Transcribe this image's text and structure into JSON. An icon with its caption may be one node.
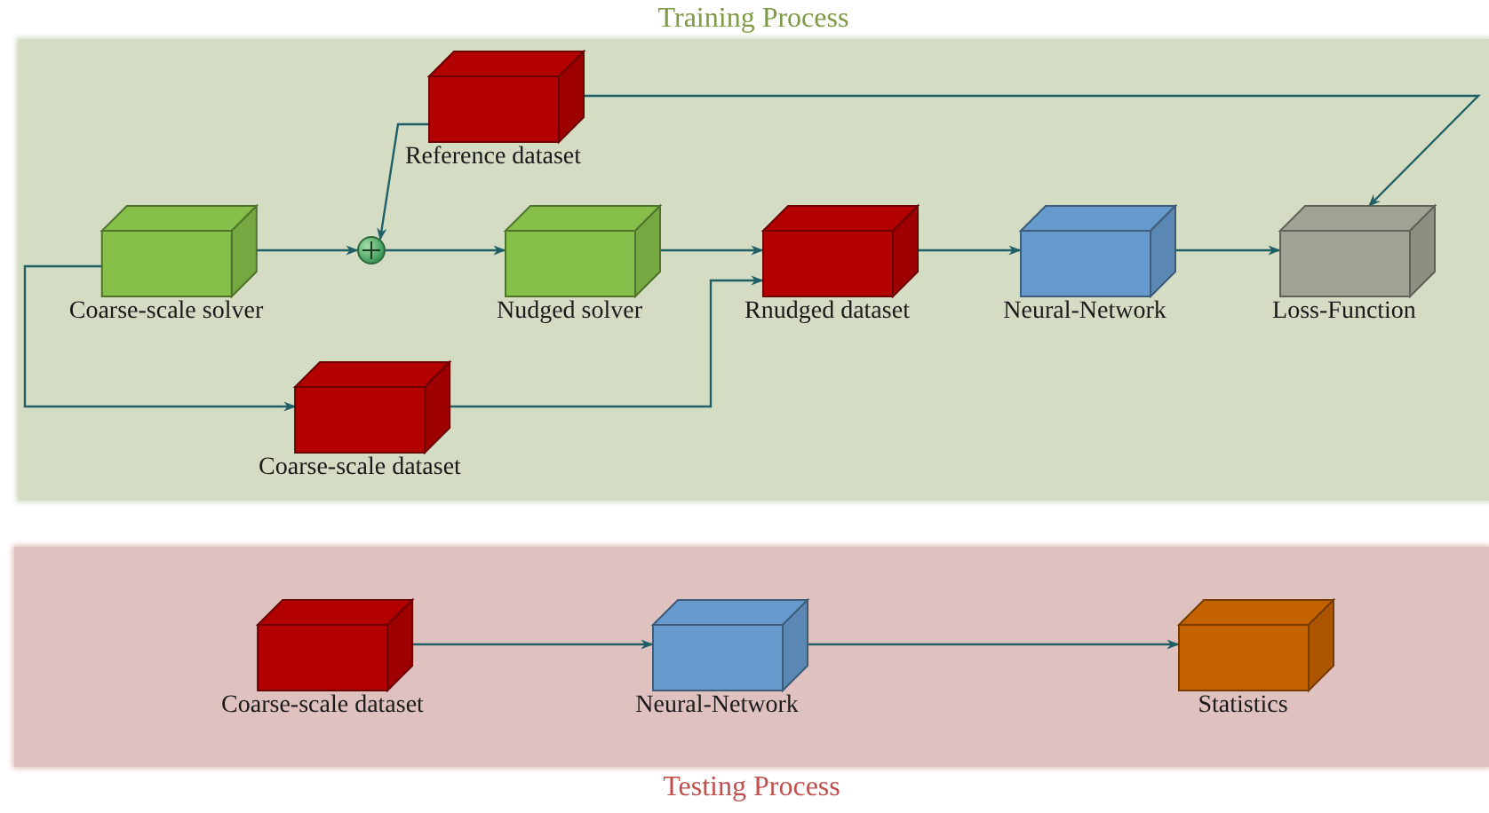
{
  "diagram": {
    "nodes": [
      {
        "text": [
          "Training Process"
        ]
      },
      {
        "text": [
          "Reference dataset"
        ],
        "in": 0
      },
      {
        "text": [
          "Coarse-scale solver"
        ],
        "in": 0
      },
      {
        "text": [],
        "shape": "circle",
        "in": 0
      },
      {
        "text": [
          "Nudged solver"
        ],
        "in": 0
      },
      {
        "text": [
          "Rnudged dataset"
        ],
        "in": 0
      },
      {
        "text": [
          "Neural-Network"
        ],
        "in": 0
      },
      {
        "text": [
          "Loss-Function"
        ],
        "in": 0
      },
      {
        "text": [
          "Coarse-scale dataset"
        ],
        "in": 0
      },
      {
        "text": [
          "Testing Process"
        ]
      },
      {
        "text": [
          "Coarse-scale dataset"
        ],
        "in": 9
      },
      {
        "text": [
          "Neural-Network"
        ],
        "in": 9
      },
      {
        "text": [
          "Statistics"
        ],
        "in": 9
      }
    ],
    "edges": [
      {
        "from": 2,
        "to": 3,
        "arrow": "to"
      },
      {
        "from": 1,
        "to": 3,
        "arrow": "to"
      },
      {
        "from": 3,
        "to": 4,
        "arrow": "to"
      },
      {
        "from": 4,
        "to": 5,
        "arrow": "to"
      },
      {
        "from": 5,
        "to": 6,
        "arrow": "to"
      },
      {
        "from": 6,
        "to": 7,
        "arrow": "to"
      },
      {
        "from": 2,
        "to": 8,
        "arrow": "to"
      },
      {
        "from": 8,
        "to": 5,
        "arrow": "to"
      },
      {
        "from": 1,
        "to": 7,
        "arrow": "to"
      },
      {
        "from": 10,
        "to": 11,
        "arrow": "to"
      },
      {
        "from": 11,
        "to": 12,
        "arrow": "to"
      }
    ]
  }
}
